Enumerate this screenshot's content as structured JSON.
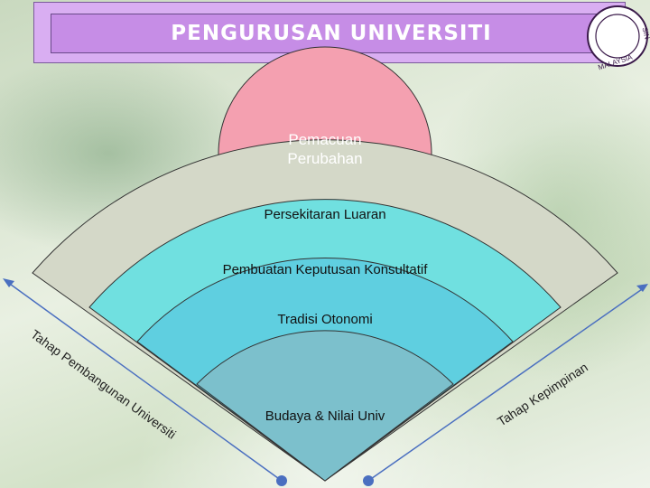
{
  "header": {
    "title": "PENGURUSAN UNIVERSITI"
  },
  "seal": {
    "text": "MALAYSIA",
    "side_text": "SIN"
  },
  "diagram": {
    "top_circle": {
      "line1": "Pemacuan",
      "line2": "Perubahan",
      "color": "#f4a0b0"
    },
    "layers": [
      {
        "label": "Persekitaran Luaran",
        "color": "#d4d8c8"
      },
      {
        "label": "Pembuatan Keputusan Konsultatif",
        "color": "#70e0e0"
      },
      {
        "label": "Tradisi Otonomi",
        "color": "#5fcfe0"
      },
      {
        "label": "Budaya & Nilai Univ",
        "color": "#7cc0cc"
      }
    ],
    "left_axis_label": "Tahap Pembangunan Universiti",
    "right_axis_label": "Tahap Kepimpinan",
    "arrow_color": "#4a6fc0"
  }
}
